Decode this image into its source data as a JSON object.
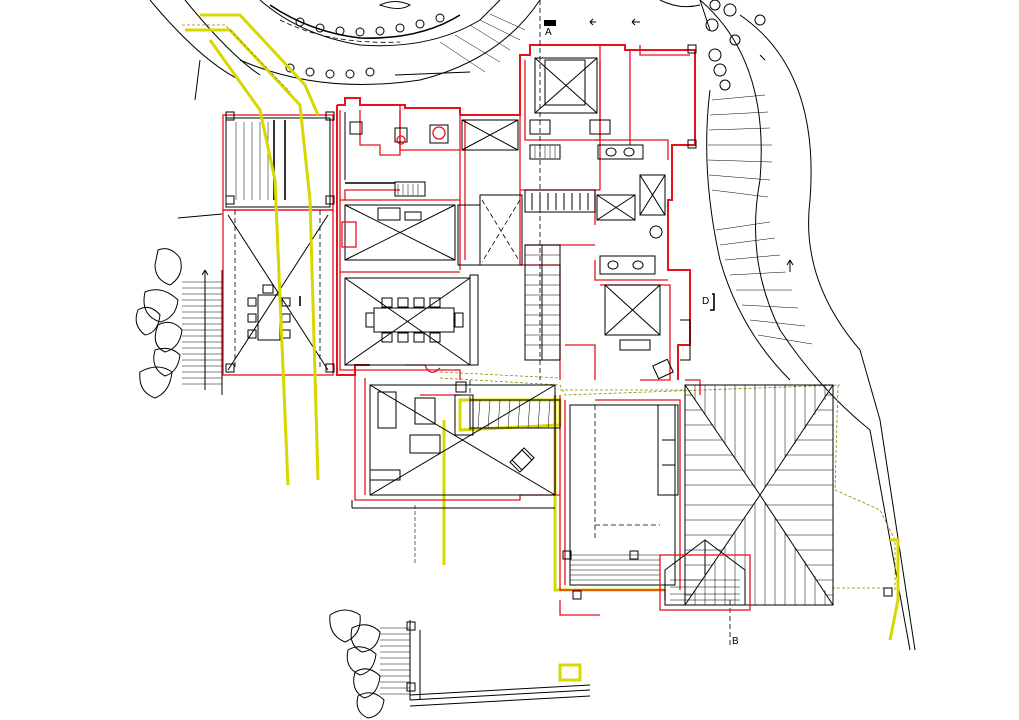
{
  "labels": {
    "section_a": "A",
    "section_b": "B",
    "section_d": "D"
  },
  "colors": {
    "walls": "#e8121e",
    "ink": "#000000",
    "services": "#d8d800"
  }
}
